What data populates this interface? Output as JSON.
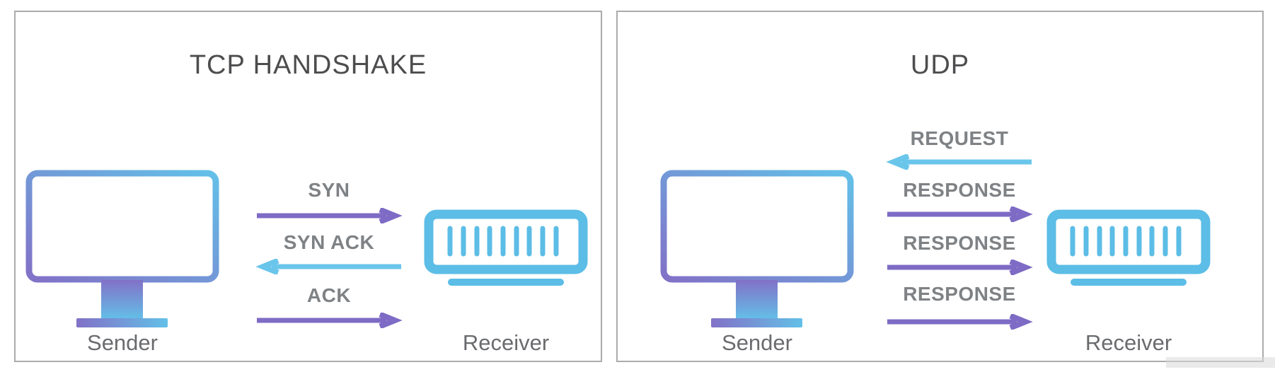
{
  "colors": {
    "arrow_purple": "#7D6BC5",
    "arrow_blue": "#6AC5EA",
    "device_blue": "#5CBDE6",
    "gradient_purple": "#8271C7",
    "gradient_blue": "#63C0E8",
    "title_text": "#4D4D4F",
    "message_text": "#7F8285",
    "device_label_text": "#6A6B6E",
    "panel_border": "#ABABAB"
  },
  "panels": [
    {
      "title": "TCP HANDSHAKE",
      "sender": {
        "label": "Sender",
        "icon": "desktop-monitor-icon"
      },
      "receiver": {
        "label": "Receiver",
        "icon": "server-device-icon"
      },
      "messages": [
        {
          "label": "SYN",
          "direction": "right",
          "color": "purple"
        },
        {
          "label": "SYN ACK",
          "direction": "left",
          "color": "blue"
        },
        {
          "label": "ACK",
          "direction": "right",
          "color": "purple"
        }
      ]
    },
    {
      "title": "UDP",
      "sender": {
        "label": "Sender",
        "icon": "desktop-monitor-icon"
      },
      "receiver": {
        "label": "Receiver",
        "icon": "server-device-icon"
      },
      "messages": [
        {
          "label": "REQUEST",
          "direction": "left",
          "color": "blue"
        },
        {
          "label": "RESPONSE",
          "direction": "right",
          "color": "purple"
        },
        {
          "label": "RESPONSE",
          "direction": "right",
          "color": "purple"
        },
        {
          "label": "RESPONSE",
          "direction": "right",
          "color": "purple"
        }
      ]
    }
  ]
}
